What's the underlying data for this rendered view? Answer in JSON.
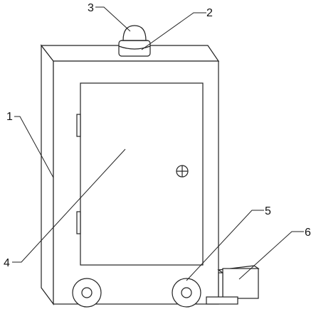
{
  "labels": {
    "l1": "1",
    "l2": "2",
    "l3": "3",
    "l4": "4",
    "l5": "5",
    "l6": "6"
  },
  "colors": {
    "line": "#222222",
    "background": "#ffffff"
  }
}
